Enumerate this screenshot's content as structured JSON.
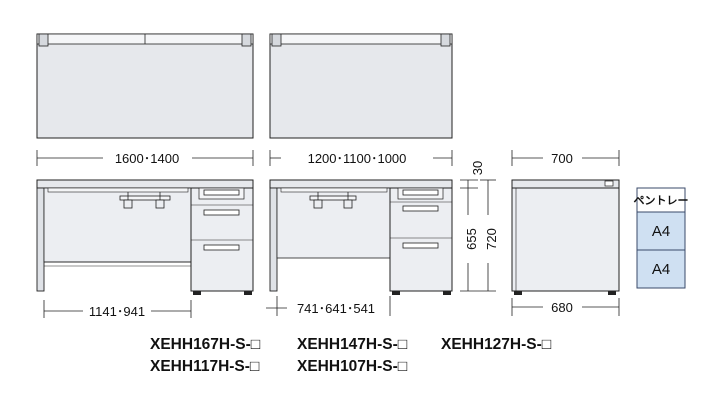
{
  "dimensions": {
    "top_width_left": "1600･1400",
    "top_width_mid": "1200･1100･1000",
    "depth_top": "700",
    "inner_width_left": "1141･941",
    "inner_width_mid": "741･641･541",
    "depth_bottom": "680",
    "height_small": "30",
    "height_inner": "655",
    "height_total": "720"
  },
  "tray_table": {
    "header": "ペントレー",
    "rows": [
      "A4",
      "A4"
    ]
  },
  "models": {
    "row1": [
      "XEHH167H-S-□",
      "XEHH147H-S-□",
      "XEHH127H-S-□"
    ],
    "row2": [
      "XEHH117H-S-□",
      "XEHH107H-S-□"
    ]
  },
  "colors": {
    "line": "#222222",
    "top_fill": "#e6e8ec",
    "desk_fill": "#eceef2",
    "drawer_fill": "#f4f5f7",
    "tray_fill": "#cfe0f2",
    "tray_border": "#3a4a6a"
  }
}
